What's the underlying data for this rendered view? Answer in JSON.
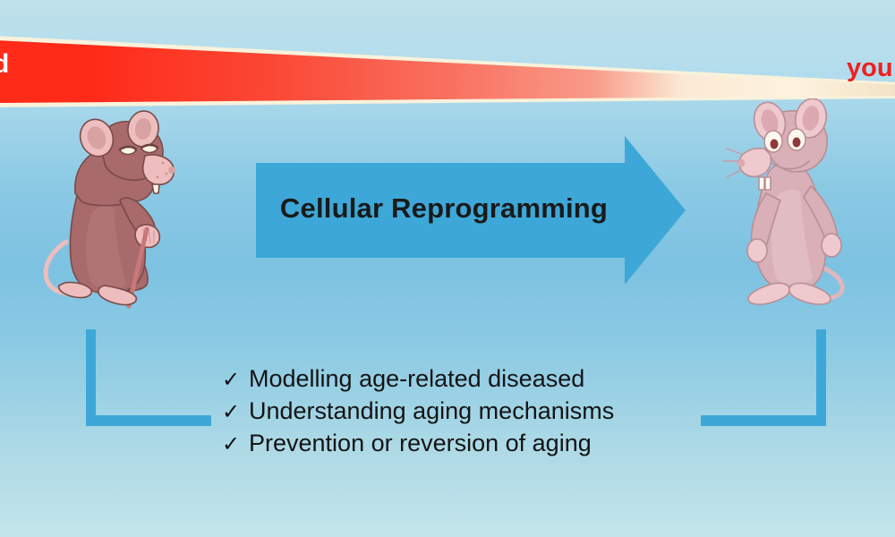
{
  "slide": {
    "title": "Cellular Reprogramming aging reversal diagram",
    "background_top_color": "#bfe1ea",
    "background_mid_color": "#7dc2e2",
    "background_bottom_color": "#c3e4ea"
  },
  "aging_band": {
    "left_label": "d",
    "left_label_full": "old",
    "left_label_color": "#ffffff",
    "right_label": "you",
    "right_label_full": "young",
    "right_label_color": "#ee2020",
    "gradient_start_color": "#ff2a18",
    "gradient_mid_color": "#f97060",
    "gradient_end_color": "#fdf6e0",
    "border_color": "#f7f0d8"
  },
  "arrow": {
    "label": "Cellular Reprogramming",
    "fill_color": "#3da8d8",
    "label_color": "#1a1a1a"
  },
  "brackets": {
    "color": "#3da8d8",
    "left_name": "left-bracket",
    "right_name": "right-bracket"
  },
  "bullets": {
    "check_glyph": "✓",
    "items": [
      "Modelling age-related diseased",
      "Understanding aging mechanisms",
      "Prevention or reversion of aging"
    ]
  },
  "mice": {
    "old": {
      "label": "old-mouse",
      "description": "hunched old mouse with cane",
      "body_color": "#a86a6a",
      "body_shade": "#8f5757",
      "skin_color": "#eebdbd",
      "outline_color": "#7a4a4a"
    },
    "young": {
      "label": "young-mouse",
      "description": "upright young mouse standing",
      "body_color": "#d9b0b8",
      "body_shade": "#c89aa4",
      "skin_color": "#eec9cd",
      "outline_color": "#b98e96"
    }
  }
}
